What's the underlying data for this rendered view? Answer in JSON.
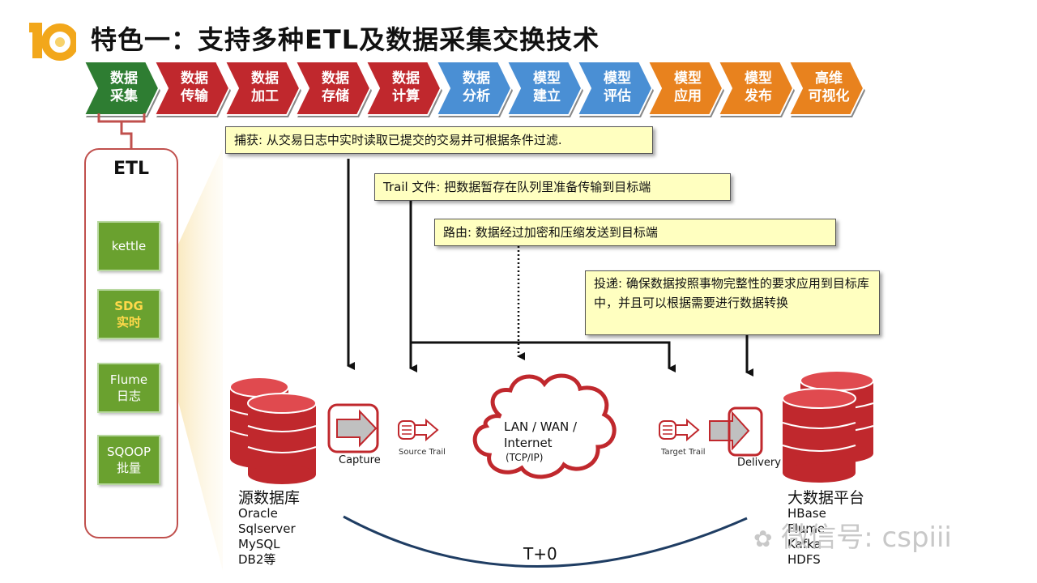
{
  "title": "特色一：支持多种ETL及数据采集交换技术",
  "steps": [
    {
      "line1": "数据",
      "line2": "采集",
      "color": "#2e7d32"
    },
    {
      "line1": "数据",
      "line2": "传输",
      "color": "#c0282d"
    },
    {
      "line1": "数据",
      "line2": "加工",
      "color": "#c0282d"
    },
    {
      "line1": "数据",
      "line2": "存储",
      "color": "#c0282d"
    },
    {
      "line1": "数据",
      "line2": "计算",
      "color": "#c0282d"
    },
    {
      "line1": "数据",
      "line2": "分析",
      "color": "#4a8fd4"
    },
    {
      "line1": "模型",
      "line2": "建立",
      "color": "#4a8fd4"
    },
    {
      "line1": "模型",
      "line2": "评估",
      "color": "#4a8fd4"
    },
    {
      "line1": "模型",
      "line2": "应用",
      "color": "#e8821e"
    },
    {
      "line1": "模型",
      "line2": "发布",
      "color": "#e8821e"
    },
    {
      "line1": "高维",
      "line2": "可视化",
      "color": "#e8821e"
    }
  ],
  "etl": {
    "title": "ETL",
    "tools": [
      {
        "line1": "kettle",
        "line2": ""
      },
      {
        "line1": "SDG",
        "line2": "实时"
      },
      {
        "line1": "Flume",
        "line2": "日志"
      },
      {
        "line1": "SQOOP",
        "line2": "批量"
      }
    ]
  },
  "callouts": {
    "capture": "捕获: 从交易日志中实时读取已提交的交易并可根据条件过滤.",
    "trail": "Trail 文件: 把数据暂存在队列里准备传输到目标端",
    "route": "路由: 数据经过加密和压缩发送到目标端",
    "delivery": "投递: 确保数据按照事物完整性的要求应用到目标库中，并且可以根据需要进行数据转换"
  },
  "flow": {
    "capture": "Capture",
    "source_trail": "Source Trail",
    "target_trail": "Target Trail",
    "delivery": "Delivery",
    "cloud_line1": "LAN / WAN /",
    "cloud_line2": "Internet",
    "cloud_line3": "(TCP/IP)",
    "timing": "T+0"
  },
  "source_db": {
    "title": "源数据库",
    "items": [
      "Oracle",
      "Sqlserver",
      "MySQL",
      "DB2等"
    ]
  },
  "target_db": {
    "title": "大数据平台",
    "items": [
      "HBase",
      "Flume",
      "Kafka",
      "HDFS"
    ]
  },
  "watermark": "微信号: cspiii"
}
